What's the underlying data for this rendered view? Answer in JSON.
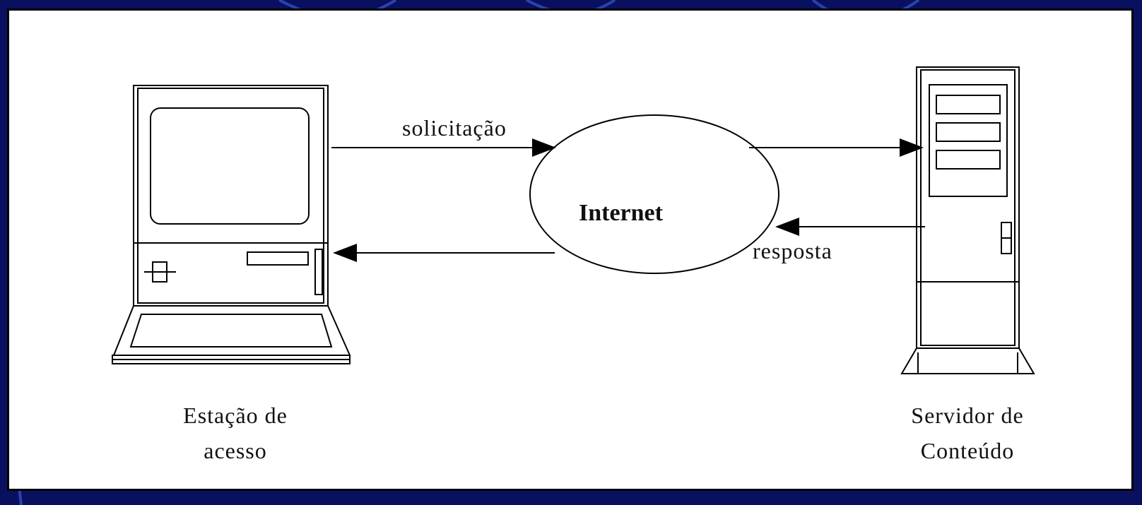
{
  "colors": {
    "background": "#0a1060",
    "arc": "#3a58c8",
    "panel": "#ffffff",
    "ink": "#000000"
  },
  "nodes": {
    "client": {
      "icon": "desktop-computer-icon",
      "label_line1": "Estação de",
      "label_line2": "acesso"
    },
    "cloud": {
      "icon": "cloud-ellipse",
      "label": "Internet"
    },
    "server": {
      "icon": "tower-server-icon",
      "label_line1": "Servidor de",
      "label_line2": "Conteúdo"
    }
  },
  "edges": {
    "request_label": "solicitação",
    "response_label": "resposta"
  }
}
